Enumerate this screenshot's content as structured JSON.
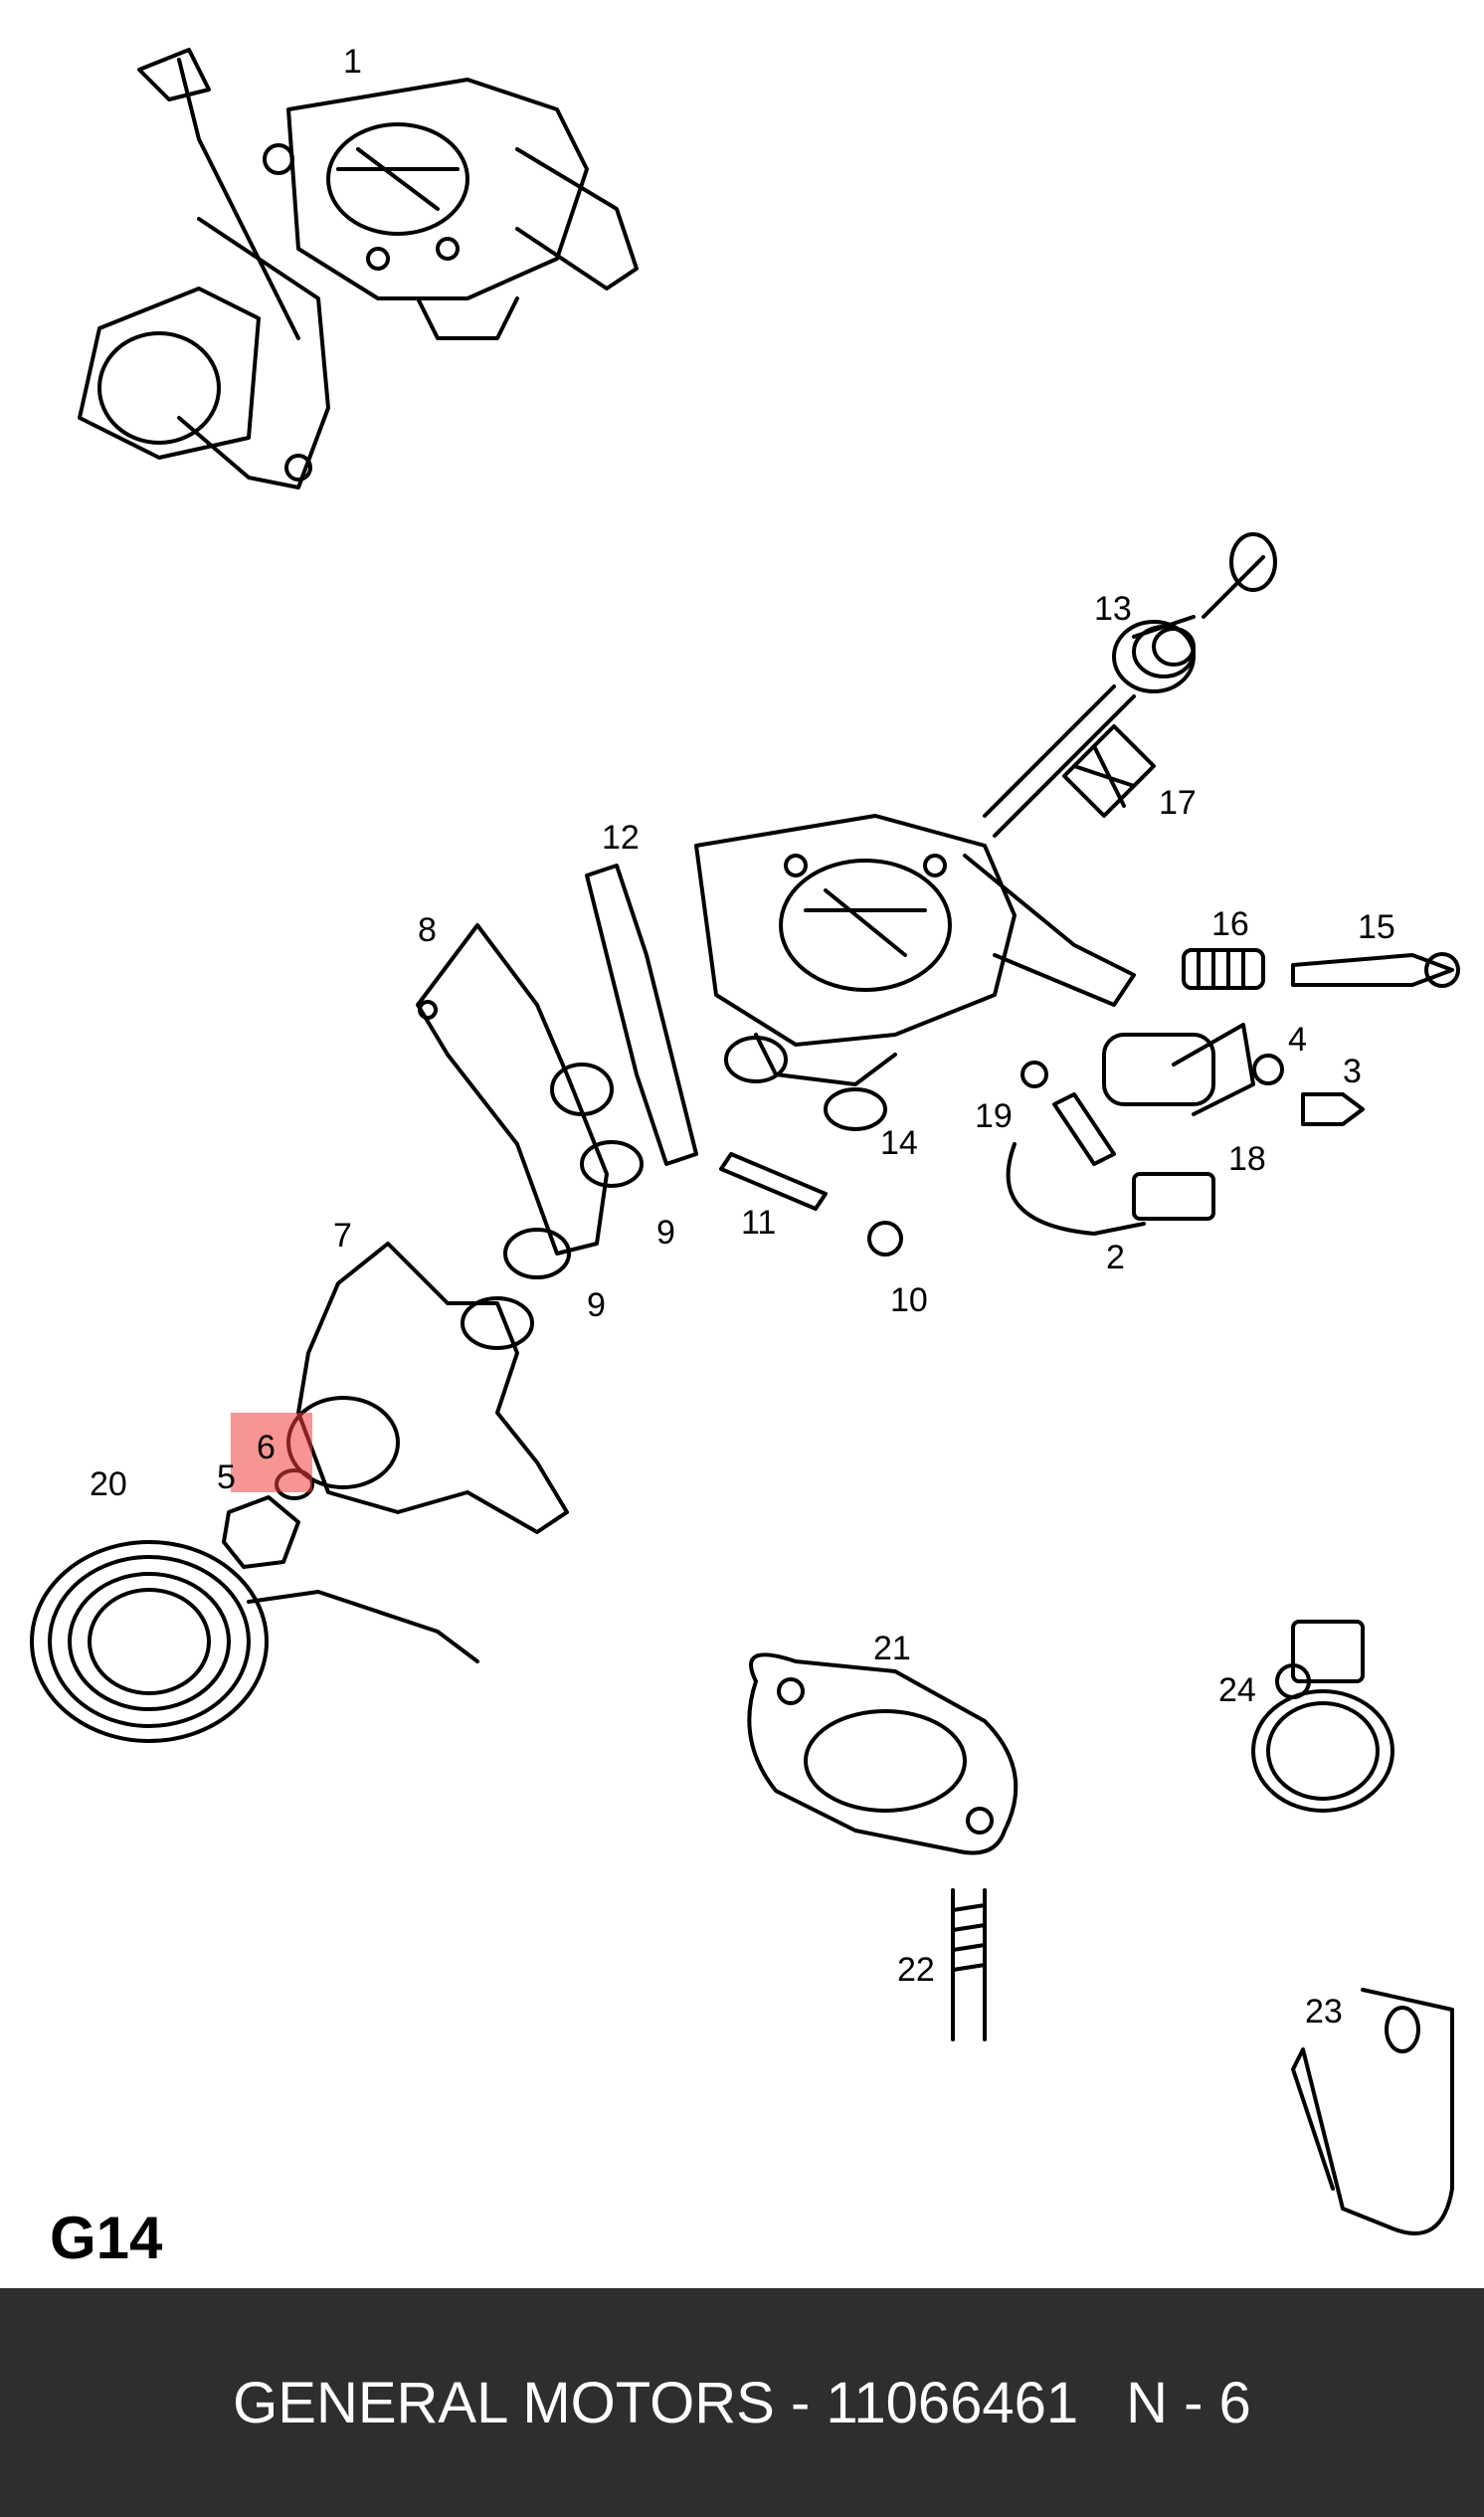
{
  "diagram": {
    "page_code": "G14",
    "highlighted_label": "6",
    "labels": {
      "p1": "1",
      "p2": "2",
      "p3": "3",
      "p4": "4",
      "p5": "5",
      "p6": "6",
      "p7": "7",
      "p8": "8",
      "p9a": "9",
      "p9b": "9",
      "p10": "10",
      "p11": "11",
      "p12": "12",
      "p13": "13",
      "p14": "14",
      "p15": "15",
      "p16": "16",
      "p17": "17",
      "p18": "18",
      "p19": "19",
      "p20": "20",
      "p21": "21",
      "p22": "22",
      "p23": "23",
      "p24": "24"
    },
    "colors": {
      "highlight": "#f03c3c",
      "line": "#000000",
      "footer_bg": "#2e2e2e"
    }
  },
  "footer": {
    "brand_part": "GENERAL MOTORS - 11066461",
    "position": "N - 6"
  }
}
